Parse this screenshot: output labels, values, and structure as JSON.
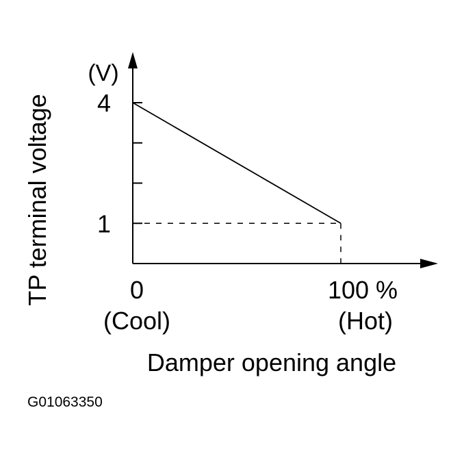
{
  "chart_data": {
    "type": "line",
    "x_label": "Damper opening angle",
    "y_label": "TP terminal voltage",
    "y_unit": "(V)",
    "xlim": [
      0,
      100
    ],
    "ylim": [
      0,
      4
    ],
    "x_ticks": [
      {
        "value": 0,
        "label": "0",
        "sublabel": "(Cool)"
      },
      {
        "value": 100,
        "label": "100 %",
        "sublabel": "(Hot)"
      }
    ],
    "y_ticks": [
      {
        "value": 1,
        "label": "1"
      },
      {
        "value": 2,
        "label": ""
      },
      {
        "value": 3,
        "label": ""
      },
      {
        "value": 4,
        "label": "4"
      }
    ],
    "series": [
      {
        "x": [
          0,
          100
        ],
        "y": [
          4,
          1
        ]
      }
    ],
    "reference_lines": [
      {
        "from": [
          0,
          1
        ],
        "to": [
          100,
          1
        ],
        "style": "dashed"
      },
      {
        "from": [
          100,
          1
        ],
        "to": [
          100,
          0
        ],
        "style": "dashed"
      }
    ]
  },
  "figure_id": "G01063350"
}
